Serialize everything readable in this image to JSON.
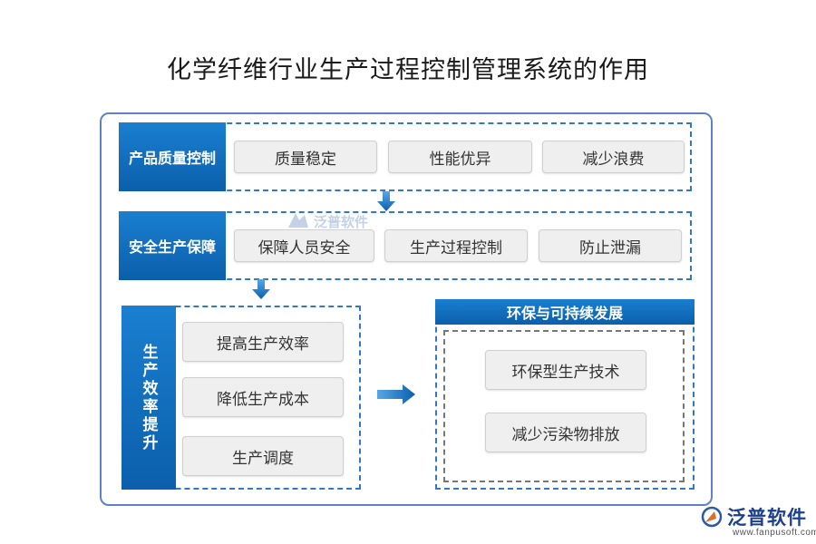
{
  "title": "化学纤维行业生产过程控制管理系统的作用",
  "sections": [
    {
      "label": "产品质量控制",
      "items": [
        "质量稳定",
        "性能优异",
        "减少浪费"
      ]
    },
    {
      "label": "安全生产保障",
      "items": [
        "保障人员安全",
        "生产过程控制",
        "防止泄漏"
      ]
    },
    {
      "label": "生产效率提升",
      "items": [
        "提高生产效率",
        "降低生产成本",
        "生产调度"
      ]
    },
    {
      "label": "环保与可持续发展",
      "items": [
        "环保型生产技术",
        "减少污染物排放"
      ]
    }
  ],
  "watermark": "泛普软件",
  "brand": {
    "name": "泛普软件",
    "url": "www.fanpusoft.com"
  },
  "colors": {
    "accent": "#0b6fc0",
    "border": "#5b83c8",
    "dashed": "#2f79c6",
    "chip_bg": "#efefef"
  }
}
